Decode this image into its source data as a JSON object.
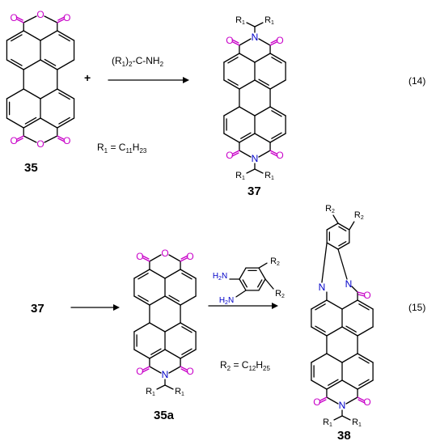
{
  "colors": {
    "oxygen": "#c800c8",
    "nitrogen": "#0000c8",
    "bond": "#000000"
  },
  "atoms": {
    "oxygen": "O",
    "nitrogen": "N"
  },
  "labels": {
    "c35": "35",
    "c37": "37",
    "c37b": "37",
    "c35a": "35a",
    "c38": "38",
    "plus": "+",
    "reagent1_a": "(R",
    "reagent1_b": "1",
    "reagent1_c": ")",
    "reagent1_d": "2",
    "reagent1_e": "-C-NH",
    "reagent1_f": "2",
    "r1_def_a": "R",
    "r1_def_b": "1",
    "r1_def_c": " = C",
    "r1_def_d": "11",
    "r1_def_e": "H",
    "r1_def_f": "23",
    "r2_def_a": "R",
    "r2_def_b": "2",
    "r2_def_c": " = C",
    "r2_def_d": "12",
    "r2_def_e": "H",
    "r2_def_f": "25",
    "eq14": "(14)",
    "eq15": "(15)",
    "R": "R",
    "one": "1",
    "two": "2",
    "H2N": "H",
    "N_label": "N"
  }
}
